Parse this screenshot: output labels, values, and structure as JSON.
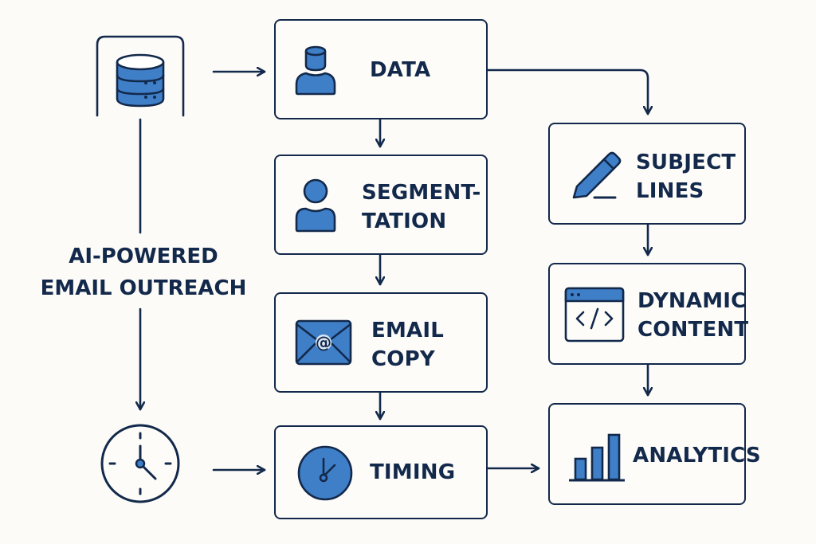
{
  "colors": {
    "stroke": "#13294b",
    "accent": "#3f7fc8",
    "background": "#fcfbf8"
  },
  "title": "AI-POWERED\nEMAIL OUTREACH",
  "side_icons": {
    "top": "database-icon",
    "bottom": "clock-icon"
  },
  "nodes": [
    {
      "id": "data",
      "label": "DATA",
      "icon": "user-database-icon"
    },
    {
      "id": "segmentation",
      "label": "SEGMENT-\nTATION",
      "icon": "user-icon"
    },
    {
      "id": "email-copy",
      "label": "EMAIL\nCOPY",
      "icon": "envelope-at-icon"
    },
    {
      "id": "timing",
      "label": "TIMING",
      "icon": "clock-icon"
    },
    {
      "id": "subject-lines",
      "label": "SUBJECT\nLINES",
      "icon": "pencil-icon"
    },
    {
      "id": "dynamic-content",
      "label": "DYNAMIC\nCONTENT",
      "icon": "code-window-icon"
    },
    {
      "id": "analytics",
      "label": "ANALYTICS",
      "icon": "bar-chart-icon"
    }
  ],
  "edges": [
    {
      "from": "database-icon",
      "to": "data"
    },
    {
      "from": "data",
      "to": "segmentation"
    },
    {
      "from": "segmentation",
      "to": "email-copy"
    },
    {
      "from": "email-copy",
      "to": "timing"
    },
    {
      "from": "data",
      "to": "subject-lines"
    },
    {
      "from": "subject-lines",
      "to": "dynamic-content"
    },
    {
      "from": "dynamic-content",
      "to": "analytics"
    },
    {
      "from": "timing",
      "to": "analytics"
    },
    {
      "from": "clock-icon",
      "to": "timing"
    },
    {
      "from": "database-icon",
      "to": "clock-icon"
    }
  ]
}
